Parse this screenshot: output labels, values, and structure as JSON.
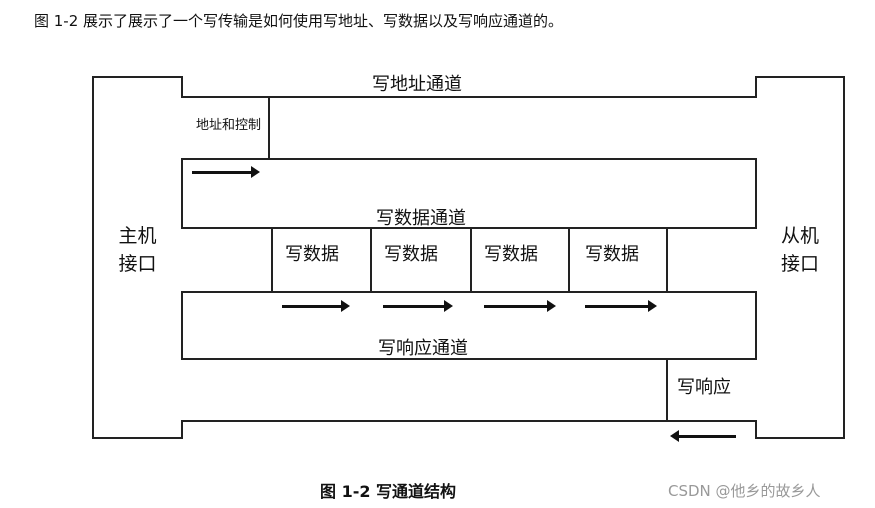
{
  "intro_text": "图 1-2 展示了展示了一个写传输是如何使用写地址、写数据以及写响应通道的。",
  "master_label": "主机\n接口",
  "slave_label": "从机\n接口",
  "address_channel": {
    "title": "写地址通道",
    "cell_label": "地址和控制"
  },
  "data_channel": {
    "title": "写数据通道",
    "cells": [
      "写数据",
      "写数据",
      "写数据",
      "写数据"
    ]
  },
  "response_channel": {
    "title": "写响应通道",
    "cell_label": "写响应"
  },
  "figure_caption": "图 1-2 写通道结构",
  "watermark": "CSDN @他乡的故乡人"
}
